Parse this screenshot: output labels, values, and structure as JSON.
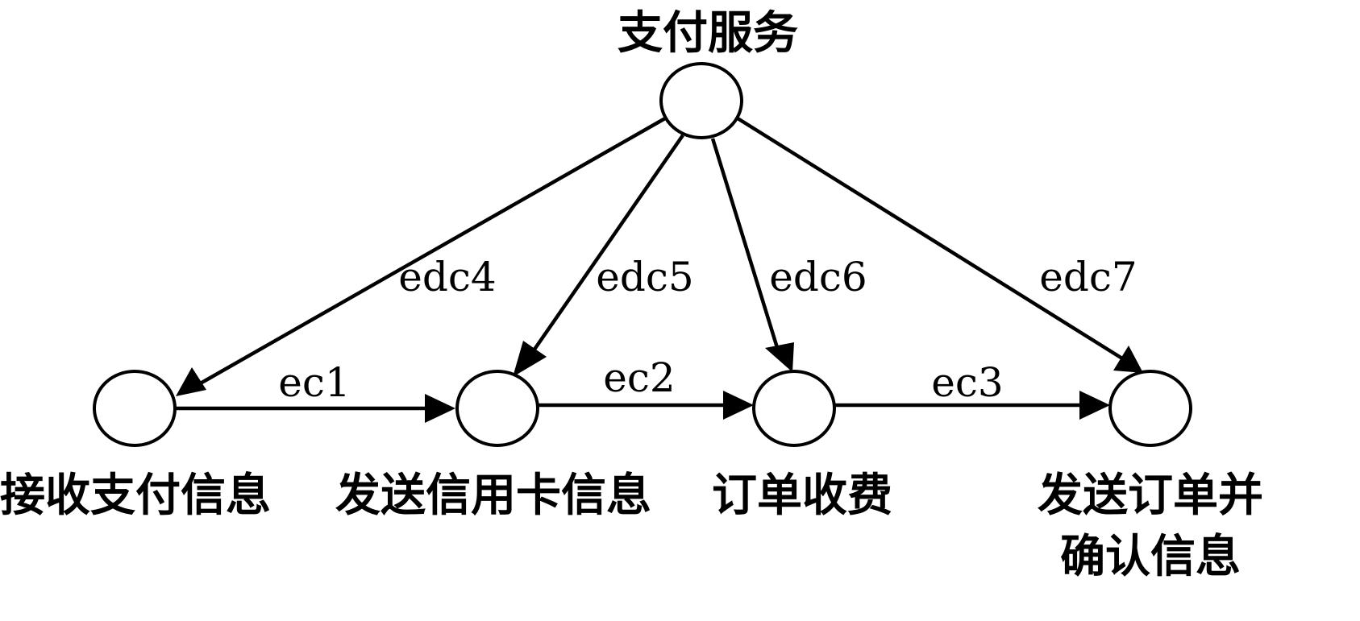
{
  "diagram": {
    "top_node": {
      "label": "支付服务"
    },
    "nodes": [
      {
        "id": "n1",
        "label_lines": [
          "接收支付信息"
        ]
      },
      {
        "id": "n2",
        "label_lines": [
          "发送信用卡信息"
        ]
      },
      {
        "id": "n3",
        "label_lines": [
          "订单收费"
        ]
      },
      {
        "id": "n4",
        "label_lines": [
          "发送订单并",
          "确认信息"
        ]
      }
    ],
    "edges": [
      {
        "from": "top",
        "to": "n1",
        "label": "edc4"
      },
      {
        "from": "top",
        "to": "n2",
        "label": "edc5"
      },
      {
        "from": "top",
        "to": "n3",
        "label": "edc6"
      },
      {
        "from": "top",
        "to": "n4",
        "label": "edc7"
      },
      {
        "from": "n1",
        "to": "n2",
        "label": "ec1"
      },
      {
        "from": "n2",
        "to": "n3",
        "label": "ec2"
      },
      {
        "from": "n3",
        "to": "n4",
        "label": "ec3"
      }
    ],
    "colors": {
      "stroke": "#000000",
      "background": "#ffffff"
    }
  }
}
